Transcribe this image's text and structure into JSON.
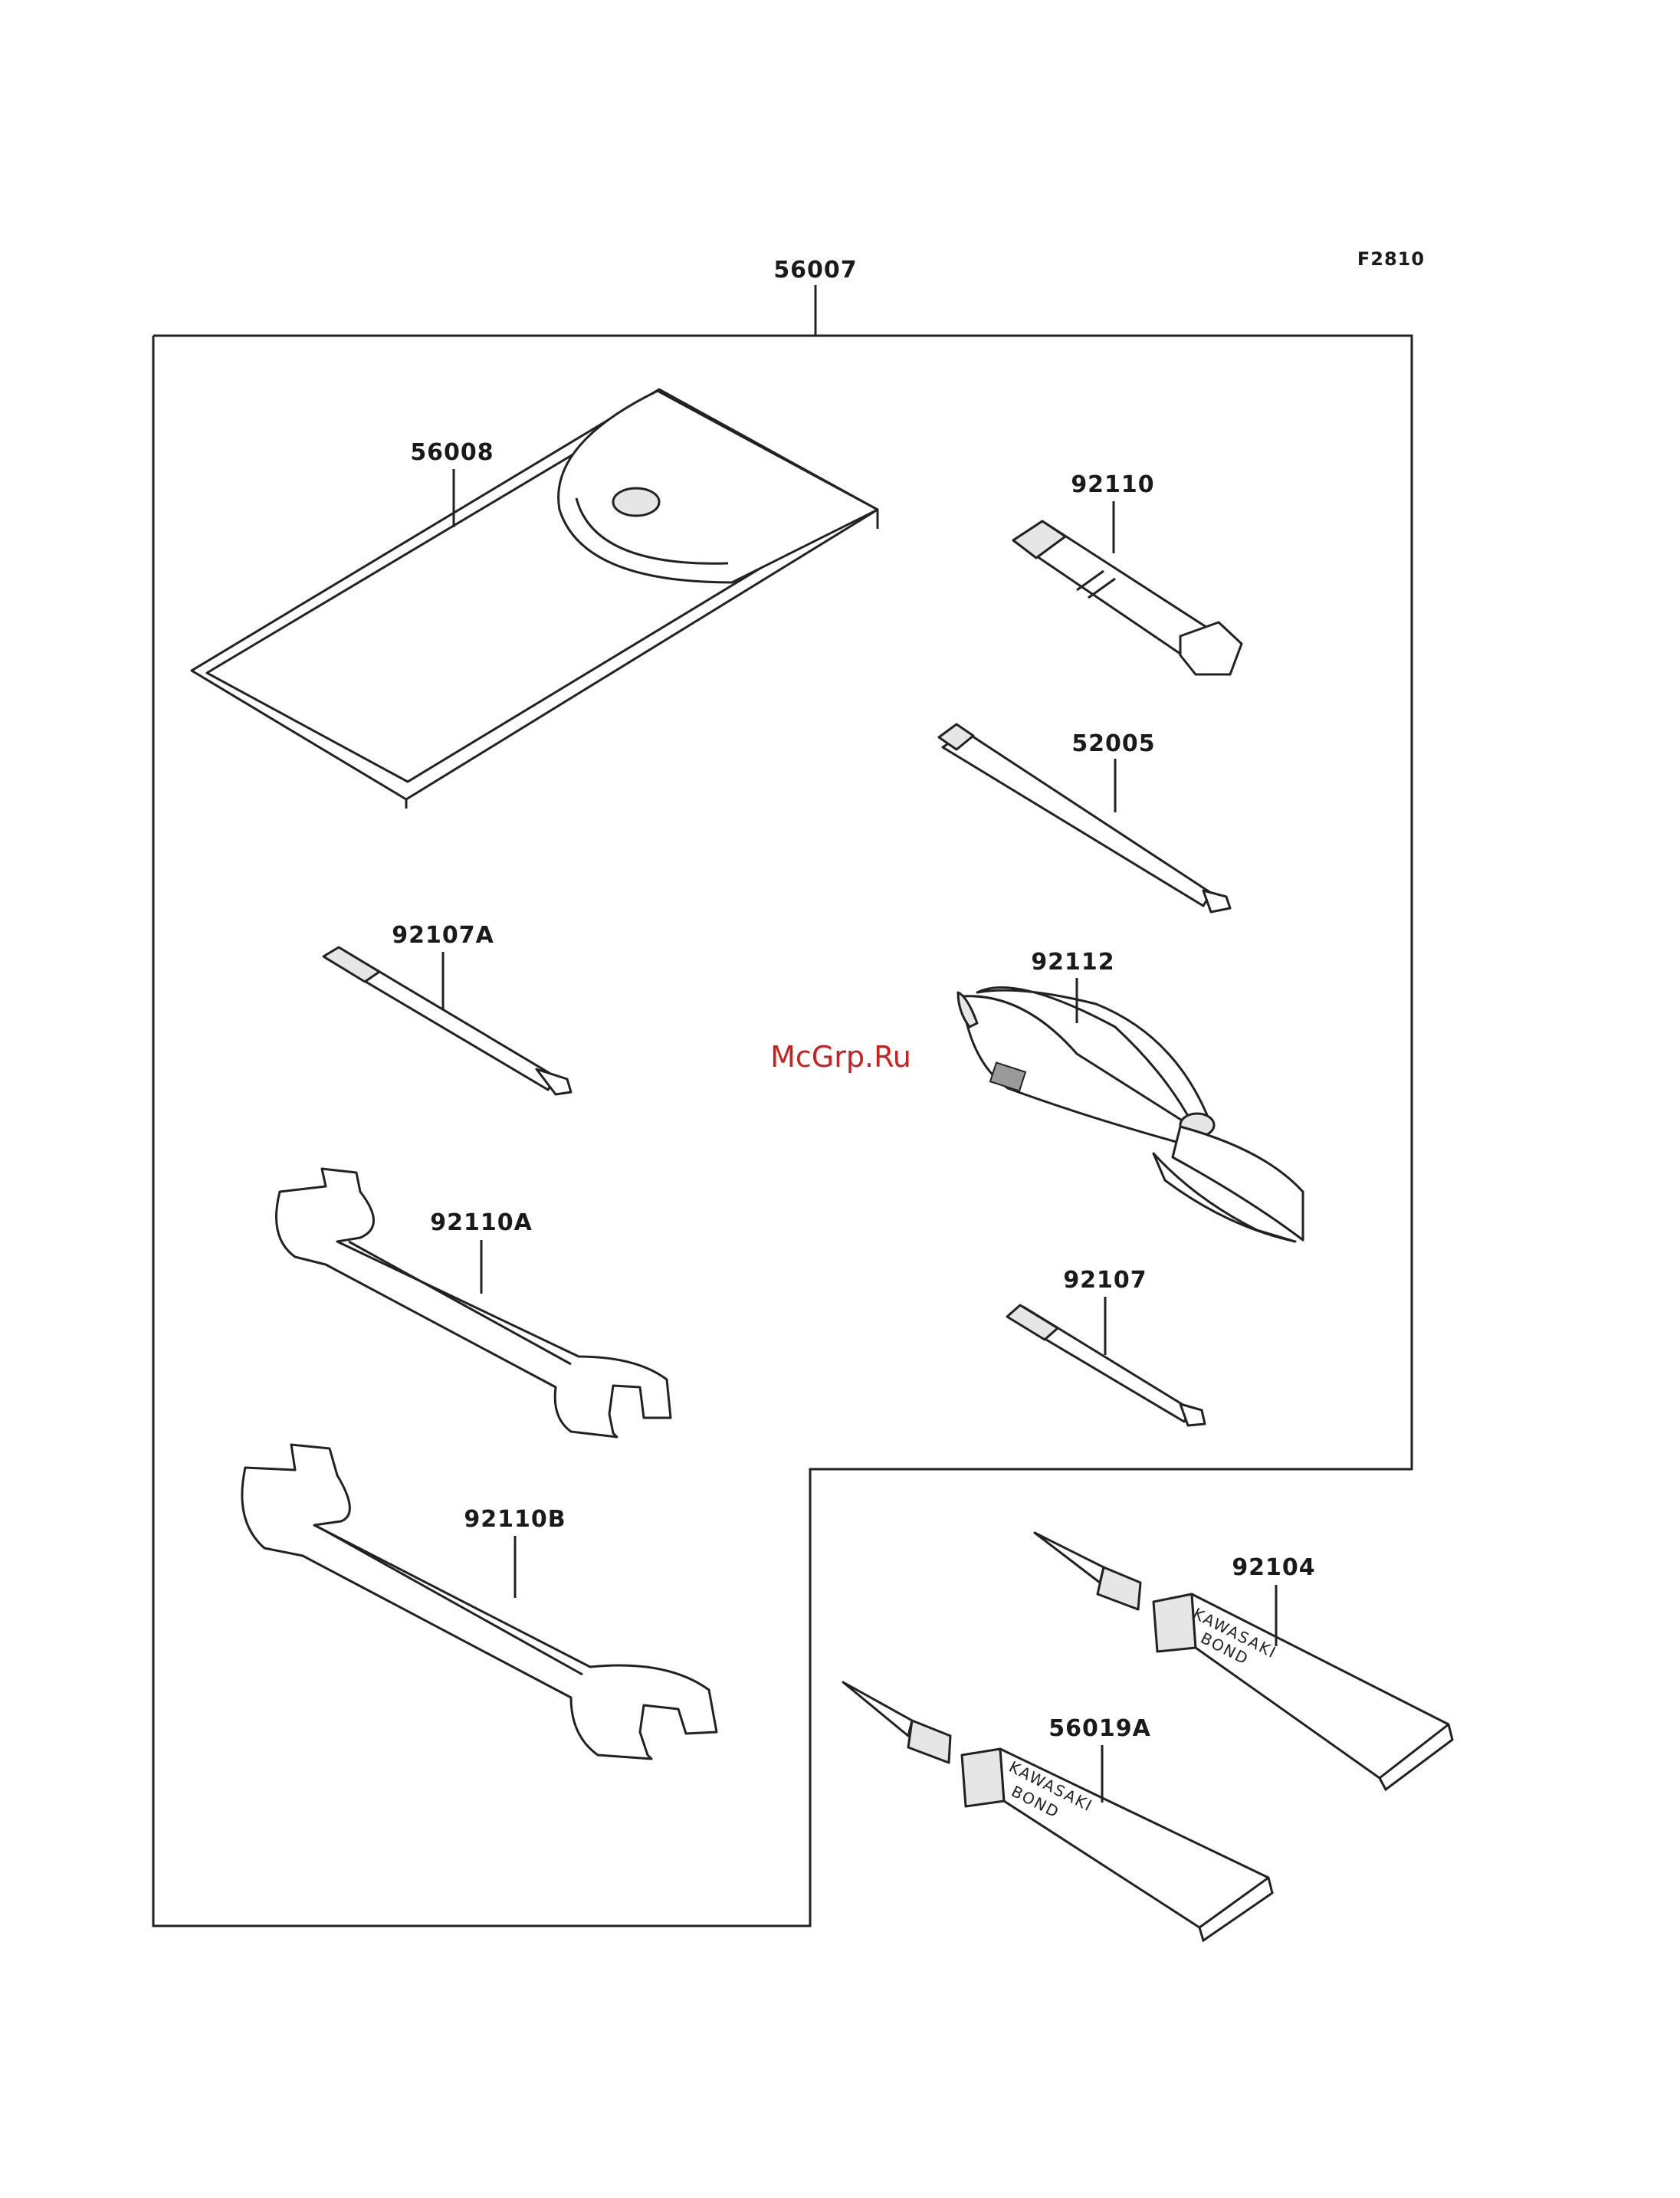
{
  "figure_code": "F2810",
  "watermark": "McGrp.Ru",
  "brand_text": "KAWASAKI",
  "bond_text": "BOND",
  "parts": {
    "kit": "56007",
    "pouch": "56008",
    "plug_wrench": "92110",
    "extension": "52005",
    "screwdriver_bit_a": "92107A",
    "pliers": "92112",
    "wrench_a": "92110A",
    "screwdriver_bit": "92107",
    "wrench_b": "92110B",
    "bond_tube": "92104",
    "bond_tube_a": "56019A"
  }
}
